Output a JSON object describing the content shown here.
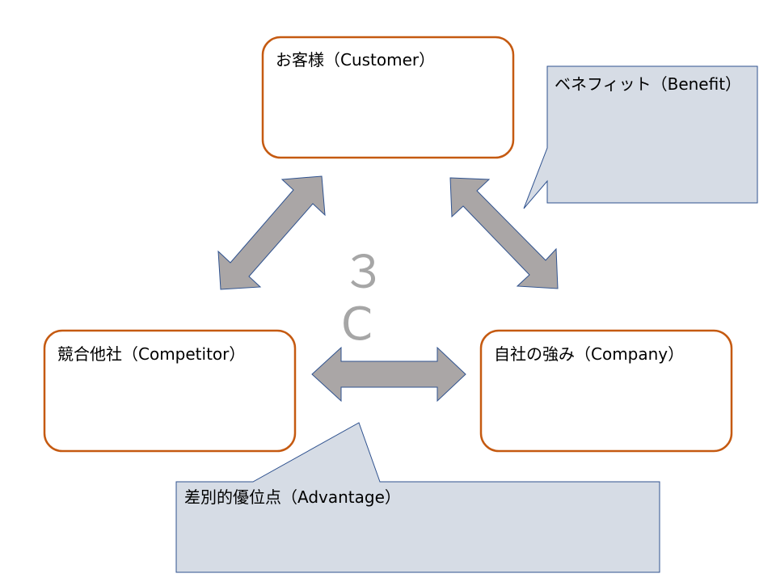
{
  "diagram": {
    "center_label": "３C",
    "boxes": {
      "customer": "お客様（Customer）",
      "competitor": "競合他社（Competitor）",
      "company": "自社の強み（Company）"
    },
    "callouts": {
      "benefit": "ベネフィット（Benefit）",
      "advantage": "差別的優位点（Advantage）"
    }
  },
  "colors": {
    "box_border": "#c55a11",
    "callout_fill": "#d6dce5",
    "callout_border": "#2f528f",
    "arrow_fill": "#aaa6a6",
    "arrow_border": "#2f528f",
    "center_text": "#a6a6a6"
  }
}
